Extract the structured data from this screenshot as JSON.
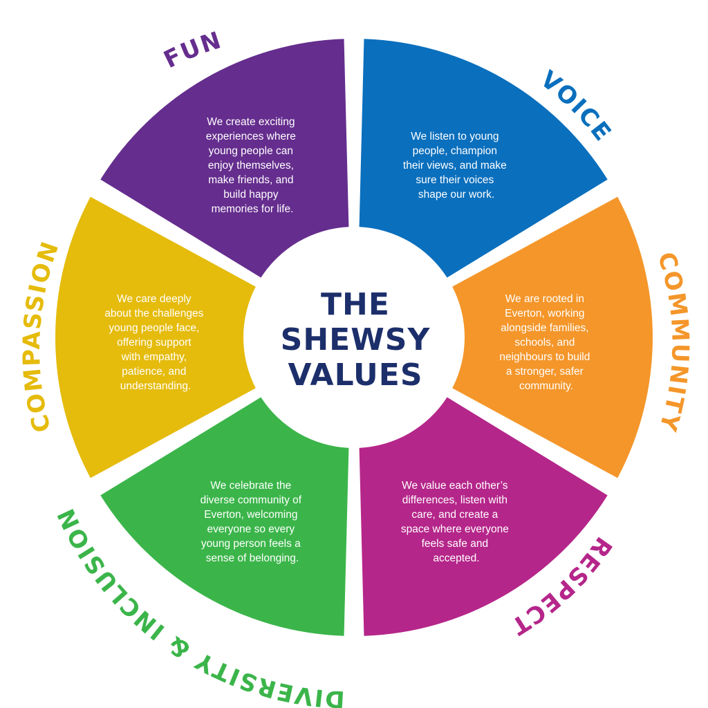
{
  "center": {
    "lines": [
      "THE",
      "SHEWSY",
      "VALUES"
    ],
    "color": "#1c2f6b"
  },
  "values": [
    {
      "name": "VOICE",
      "color": "#0a6fbd",
      "lines": [
        "We listen to young",
        "people, champion",
        "their views, and make",
        "sure their voices",
        "shape our work."
      ]
    },
    {
      "name": "COMMUNITY",
      "color": "#f4962a",
      "lines": [
        "We are rooted in",
        "Everton, working",
        "alongside families,",
        "schools, and",
        "neighbours to build",
        "a stronger, safer",
        "community."
      ]
    },
    {
      "name": "RESPECT",
      "color": "#b5268a",
      "lines": [
        "We value each other’s",
        "differences, listen with",
        "care, and create a",
        "space where everyone",
        "feels safe and",
        "accepted."
      ]
    },
    {
      "name": "DIVERSITY & INCLUSION",
      "color": "#3bb54a",
      "lines": [
        "We celebrate the",
        "diverse community of",
        "Everton, welcoming",
        "everyone so every",
        "young person feels a",
        "sense of belonging."
      ]
    },
    {
      "name": "COMPASSION",
      "color": "#e5bb0c",
      "lines": [
        "We care deeply",
        "about the challenges",
        "young people face,",
        "offering support",
        "with empathy,",
        "patience, and",
        "understanding."
      ]
    },
    {
      "name": "FUN",
      "color": "#652d8e",
      "lines": [
        "We create exciting",
        "experiences where",
        "young people can",
        "enjoy themselves,",
        "make friends, and",
        "build happy",
        "memories for life."
      ]
    }
  ]
}
